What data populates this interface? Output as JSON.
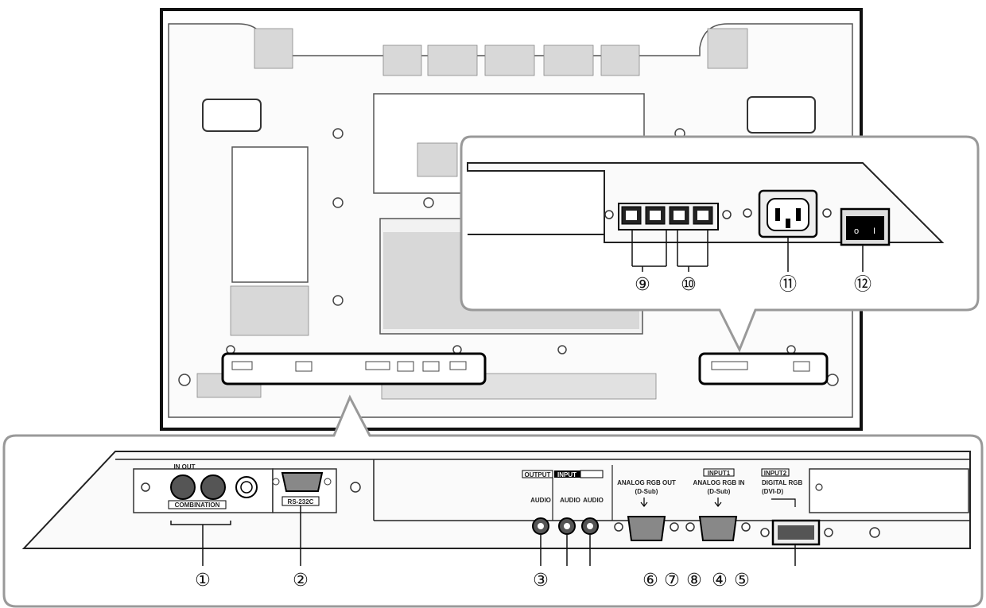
{
  "callouts": {
    "c1": "①",
    "c2": "②",
    "c3": "③",
    "c4": "④",
    "c5": "⑤",
    "c6": "⑥",
    "c7": "⑦",
    "c8": "⑧",
    "c9": "⑨",
    "c10": "⑩",
    "c11": "⑪",
    "c12": "⑫"
  },
  "labels": {
    "in_out": "IN OUT",
    "combination": "COMBINATION",
    "rs232c": "RS-232C",
    "output": "OUTPUT",
    "input": "INPUT",
    "audio_a": "AUDIO",
    "audio_b": "AUDIO",
    "audio_c": "AUDIO",
    "analog_rgb_out": "ANALOG RGB OUT",
    "analog_rgb_out_sub": "(D-Sub)",
    "input1": "INPUT1",
    "analog_rgb_in": "ANALOG RGB IN",
    "analog_rgb_in_sub": "(D-Sub)",
    "input2": "INPUT2",
    "digital_rgb": "DIGITAL RGB",
    "digital_rgb_sub": "(DVI-D)"
  }
}
